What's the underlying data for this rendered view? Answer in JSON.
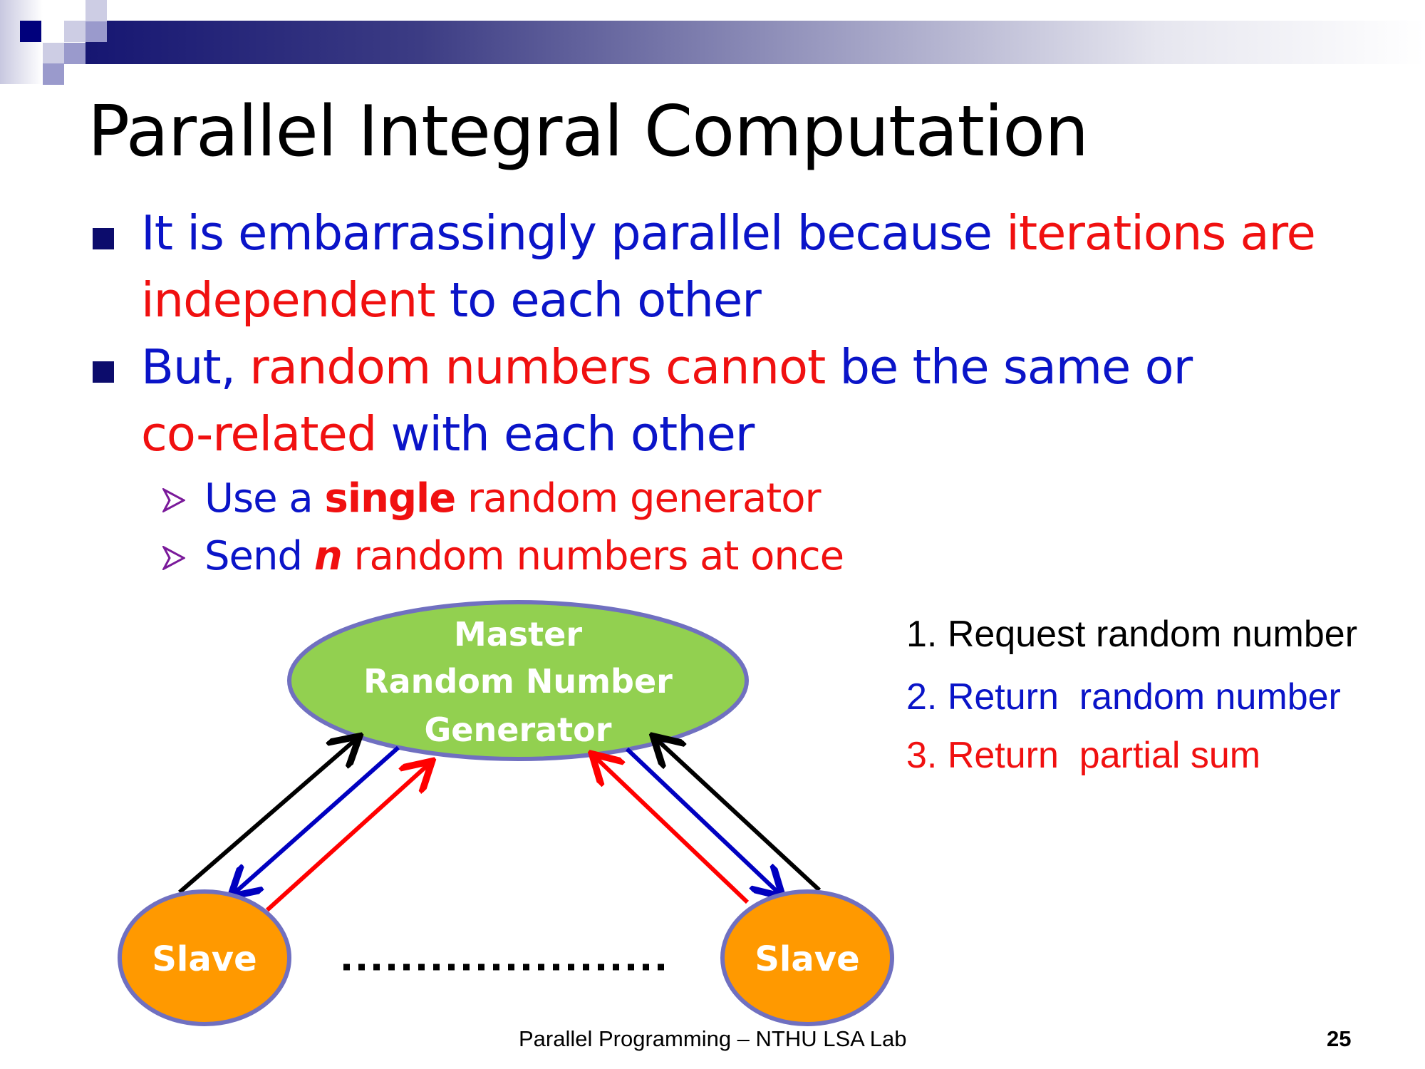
{
  "slide": {
    "title": "Parallel Integral Computation",
    "bullets": [
      {
        "parts": [
          {
            "text": "It is embarrassingly parallel because ",
            "color": "blue"
          },
          {
            "text": "iterations are",
            "color": "red"
          }
        ]
      },
      {
        "parts": [
          {
            "text": "independent",
            "color": "red"
          },
          {
            "text": " to each other",
            "color": "blue"
          }
        ]
      },
      {
        "parts": [
          {
            "text": "But, ",
            "color": "blue"
          },
          {
            "text": "random numbers cannot",
            "color": "red"
          },
          {
            "text": " be the same or",
            "color": "blue"
          }
        ]
      },
      {
        "parts": [
          {
            "text": "co-related",
            "color": "red"
          },
          {
            "text": " with each other",
            "color": "blue"
          }
        ]
      }
    ],
    "sub_bullets": [
      {
        "parts": [
          "Use a ",
          "single",
          " random generator"
        ]
      },
      {
        "parts": [
          "Send ",
          "n",
          " random numbers at once"
        ]
      }
    ],
    "sub_bullet_icon": "arrowhead-bullet-icon",
    "bullet_icon": "square-bullet-icon"
  },
  "diagram": {
    "master": {
      "lines": [
        "Master",
        "Random Number",
        "Generator"
      ]
    },
    "slaves": [
      "Slave",
      "Slave"
    ],
    "ellipsis": "......................",
    "colors": {
      "master_fill": "#92d050",
      "slave_fill": "#ff9900",
      "outline": "#7070c0",
      "request": "#000000",
      "return_random": "#0000c0",
      "return_sum": "#ff0000"
    }
  },
  "legend": [
    {
      "text": "1. Request random number",
      "color": "#000000"
    },
    {
      "text": "2. Return  random number",
      "color": "#0a14c8"
    },
    {
      "text": "3. Return  partial sum",
      "color": "#f01010"
    }
  ],
  "footer": {
    "text": "Parallel Programming – NTHU LSA Lab",
    "page": "25"
  }
}
